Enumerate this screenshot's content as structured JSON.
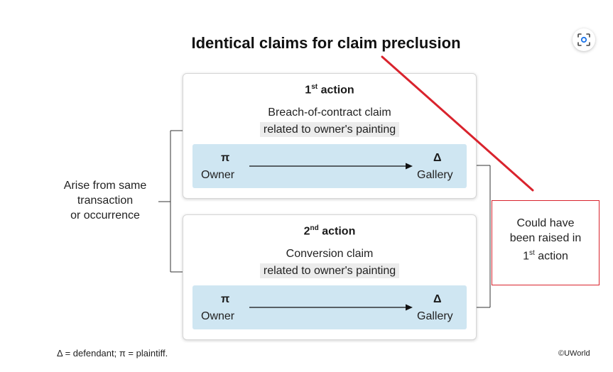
{
  "title": "Identical claims for claim preclusion",
  "first_action": {
    "heading_num": "1",
    "heading_sup": "st",
    "heading_text": "action",
    "claim": "Breach-of-contract claim",
    "claim_detail": "related to owner's painting",
    "plaintiff_symbol": "π",
    "plaintiff": "Owner",
    "defendant_symbol": "Δ",
    "defendant": "Gallery"
  },
  "second_action": {
    "heading_num": "2",
    "heading_sup": "nd",
    "heading_text": "action",
    "claim": "Conversion claim",
    "claim_detail": "related to owner's painting",
    "plaintiff_symbol": "π",
    "plaintiff": "Owner",
    "defendant_symbol": "Δ",
    "defendant": "Gallery"
  },
  "left_label": [
    "Arise from same",
    "transaction",
    "or occurrence"
  ],
  "right_box": {
    "line1": "Could have",
    "line2": "been raised in",
    "line3_num": "1",
    "line3_sup": "st",
    "line3_text": "action"
  },
  "legend": "Δ = defendant; π = plaintiff.",
  "copyright": "©UWorld",
  "colors": {
    "band": "#cfe6f2",
    "highlight": "#ececec",
    "red_accent": "#d9232d"
  },
  "icons": {
    "lens": "visual-search-icon"
  }
}
